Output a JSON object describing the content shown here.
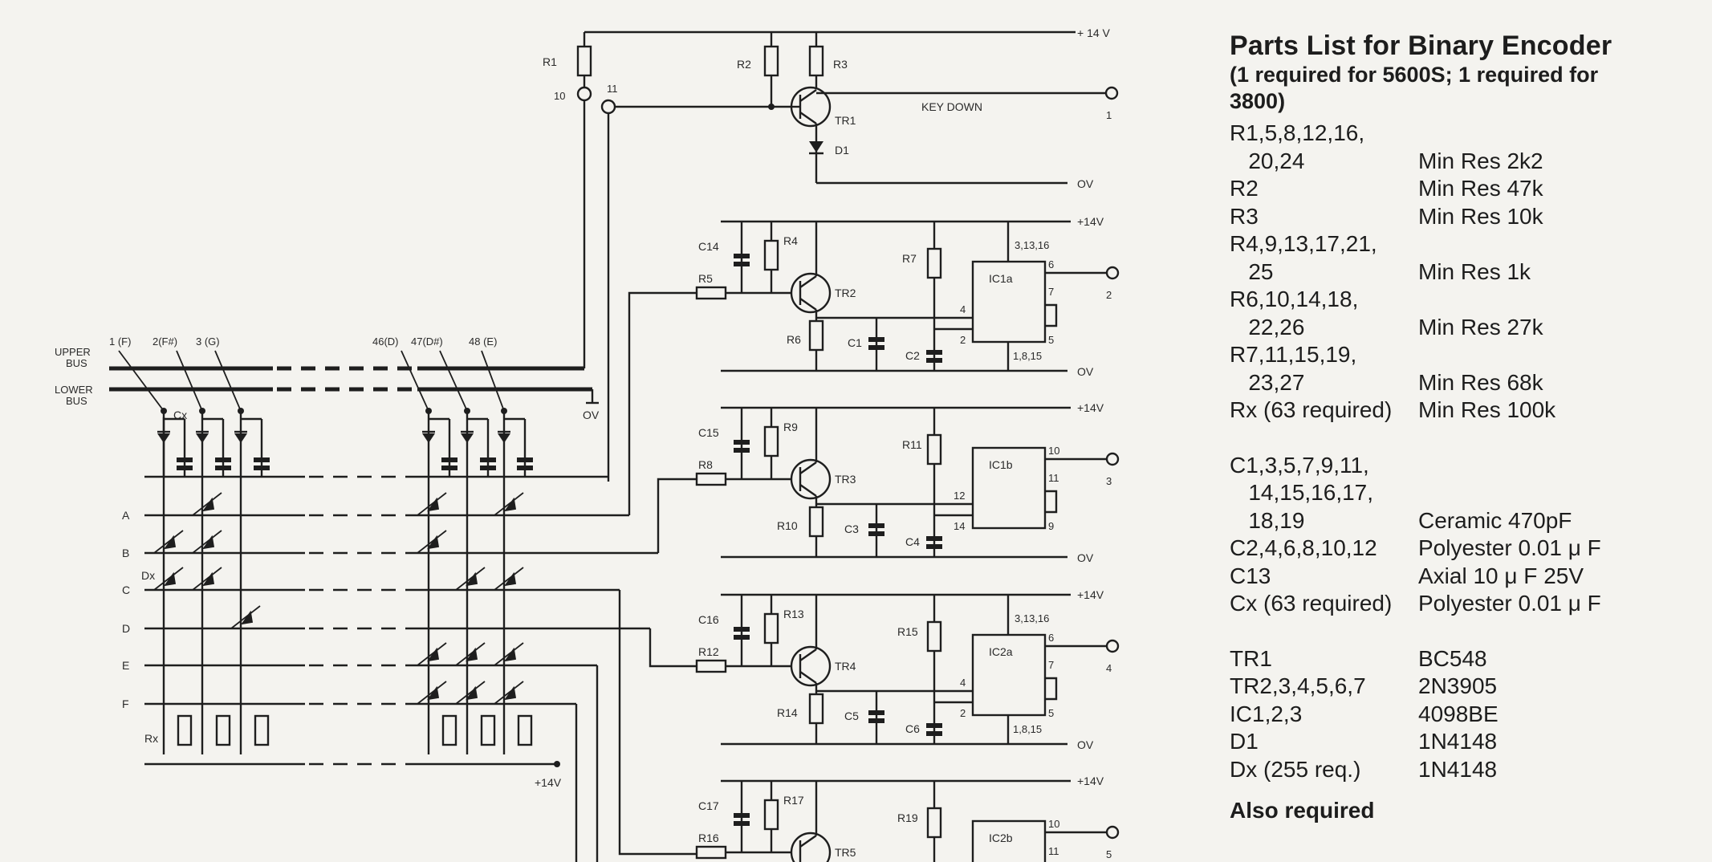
{
  "schematic": {
    "supply_labels": {
      "p14_top": "+ 14 V",
      "p14": "+14V",
      "p14_bottom": "+14V",
      "zero_v": "OV",
      "zero_v_bus": "OV"
    },
    "bus_labels": {
      "upper": [
        "UPPER",
        "BUS"
      ],
      "lower": [
        "LOWER",
        "BUS"
      ]
    },
    "key_labels": [
      "1 (F)",
      "2(F#)",
      "3 (G)",
      "46(D)",
      "47(D#)",
      "48 (E)"
    ],
    "row_labels": [
      "A",
      "B",
      "C",
      "D",
      "E",
      "F"
    ],
    "component_labels": {
      "cx": "Cx",
      "dx": "Dx",
      "rx": "Rx",
      "r1": "R1",
      "r2": "R2",
      "r3": "R3",
      "tr1": "TR1",
      "d1": "D1",
      "pin10": "10",
      "pin11": "11",
      "key_down": "KEY DOWN",
      "out1": "1",
      "stages": [
        {
          "c_in": "C14",
          "r_b": "R4",
          "r_in": "R5",
          "tr": "TR2",
          "r_e": "R6",
          "c_e": "C1",
          "r_c": "R7",
          "c_c": "C2",
          "ic": "IC1a",
          "pwr": "3,13,16",
          "gnd": "1,8,15",
          "pin_in": "4",
          "pin_in2": "2",
          "pin_out": "6",
          "pin_out2": "7",
          "pin_x": "5",
          "out": "2"
        },
        {
          "c_in": "C15",
          "r_b": "R9",
          "r_in": "R8",
          "tr": "TR3",
          "r_e": "R10",
          "c_e": "C3",
          "r_c": "R11",
          "c_c": "C4",
          "ic": "IC1b",
          "pwr": "",
          "gnd": "",
          "pin_in": "12",
          "pin_in2": "14",
          "pin_out": "10",
          "pin_out2": "11",
          "pin_x": "9",
          "out": "3"
        },
        {
          "c_in": "C16",
          "r_b": "R13",
          "r_in": "R12",
          "tr": "TR4",
          "r_e": "R14",
          "c_e": "C5",
          "r_c": "R15",
          "c_c": "C6",
          "ic": "IC2a",
          "pwr": "3,13,16",
          "gnd": "1,8,15",
          "pin_in": "4",
          "pin_in2": "2",
          "pin_out": "6",
          "pin_out2": "7",
          "pin_x": "5",
          "out": "4"
        },
        {
          "c_in": "C17",
          "r_b": "R17",
          "r_in": "R16",
          "tr": "TR5",
          "r_e": "",
          "c_e": "",
          "r_c": "R19",
          "c_c": "",
          "ic": "IC2b",
          "pwr": "",
          "gnd": "",
          "pin_in": "",
          "pin_in2": "",
          "pin_out": "10",
          "pin_out2": "11",
          "pin_x": "",
          "out": "5"
        }
      ]
    }
  },
  "parts_list": {
    "title": "Parts List for Binary Encoder",
    "subtitle_lines": [
      "(1 required for 5600S; 1 required for",
      "3800)"
    ],
    "groups": [
      [
        {
          "ref": "R1,5,8,12,16,",
          "value": ""
        },
        {
          "ref": "   20,24",
          "value": "Min Res 2k2"
        },
        {
          "ref": "R2",
          "value": "Min Res 47k"
        },
        {
          "ref": "R3",
          "value": "Min Res 10k"
        },
        {
          "ref": "R4,9,13,17,21,",
          "value": ""
        },
        {
          "ref": "   25",
          "value": "Min Res 1k"
        },
        {
          "ref": "R6,10,14,18,",
          "value": ""
        },
        {
          "ref": "   22,26",
          "value": "Min Res 27k"
        },
        {
          "ref": "R7,11,15,19,",
          "value": ""
        },
        {
          "ref": "   23,27",
          "value": "Min Res 68k"
        },
        {
          "ref": "Rx (63 required)",
          "value": "Min Res 100k"
        }
      ],
      [
        {
          "ref": "C1,3,5,7,9,11,",
          "value": ""
        },
        {
          "ref": "   14,15,16,17,",
          "value": ""
        },
        {
          "ref": "   18,19",
          "value": "Ceramic 470pF"
        },
        {
          "ref": "C2,4,6,8,10,12",
          "value": "Polyester 0.01 μ F"
        },
        {
          "ref": "C13",
          "value": "Axial 10 μ F 25V"
        },
        {
          "ref": "Cx (63 required)",
          "value": "Polyester 0.01 μ F"
        }
      ],
      [
        {
          "ref": "TR1",
          "value": "BC548"
        },
        {
          "ref": "TR2,3,4,5,6,7",
          "value": "2N3905"
        },
        {
          "ref": "IC1,2,3",
          "value": "4098BE"
        },
        {
          "ref": "D1",
          "value": "1N4148"
        },
        {
          "ref": "Dx (255 req.)",
          "value": "1N4148"
        }
      ]
    ],
    "also_required": "Also required"
  }
}
